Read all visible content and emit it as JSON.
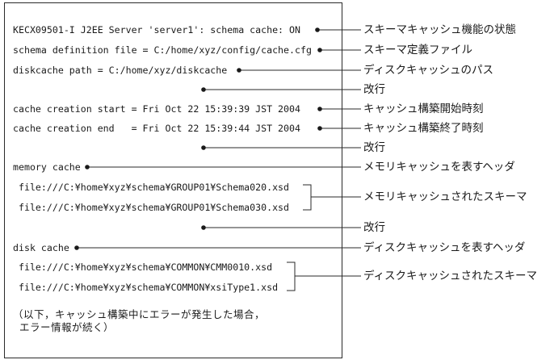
{
  "figure_title": "schema cache log output diagram",
  "log_box": {
    "lines": [
      "KECX09501-I J2EE Server 'server1': schema cache: ON",
      "schema definition file = C:/home/xyz/config/cache.cfg",
      "diskcache path = C:/home/xyz/diskcache",
      "cache creation start = Fri Oct 22 15:39:39 JST 2004",
      "cache creation end   = Fri Oct 22 15:39:44 JST 2004",
      "memory cache",
      " file:///C:¥home¥xyz¥schema¥GROUP01¥Schema020.xsd",
      " file:///C:¥home¥xyz¥schema¥GROUP01¥Schema030.xsd",
      "disk cache",
      " file:///C:¥home¥xyz¥schema¥COMMON¥CMM0010.xsd",
      " file:///C:¥home¥xyz¥schema¥COMMON¥xsiType1.xsd",
      "（以下，キャッシュ構築中にエラーが発生した場合，",
      " エラー情報が続く）"
    ]
  },
  "annotations": [
    "スキーマキャッシュ機能の状態",
    "スキーマ定義ファイル",
    "ディスクキャッシュのパス",
    "改行",
    "キャッシュ構築開始時刻",
    "キャッシュ構築終了時刻",
    "改行",
    "メモリキャッシュを表すヘッダ",
    "メモリキャッシュされたスキーマ",
    "改行",
    "ディスクキャッシュを表すヘッダ",
    "ディスクキャッシュされたスキーマ"
  ],
  "colors": {
    "background": "#ffffff",
    "text": "#1a1a1a",
    "line": "#2a2a2a"
  }
}
